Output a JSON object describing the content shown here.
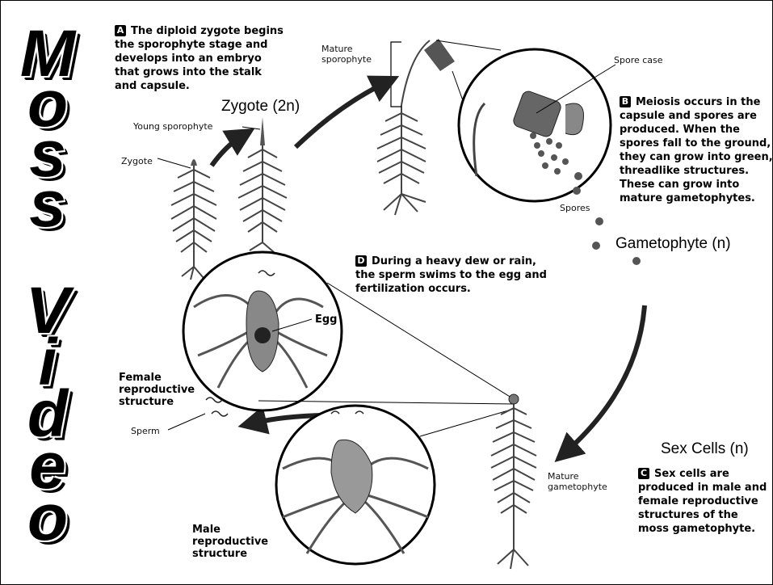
{
  "side_title": {
    "word1": [
      "M",
      "o",
      "s",
      "s"
    ],
    "word2": [
      "V",
      "i",
      "d",
      "e",
      "o"
    ]
  },
  "step_a": {
    "badge": "A",
    "text": "The diploid zygote begins the sporophyte stage and develops into an embryo that grows into the stalk and capsule."
  },
  "step_b": {
    "badge": "B",
    "text": "Meiosis occurs in the capsule and spores are produced. When the spores fall to the ground, they can grow into green, threadlike structures. These can grow into mature gametophytes."
  },
  "step_c": {
    "badge": "C",
    "text": "Sex cells are produced in male and female reproductive structures of the moss gametophyte."
  },
  "step_d": {
    "badge": "D",
    "text": "During a heavy dew or rain, the sperm swims to the egg and fertilization occurs."
  },
  "labels": {
    "mature_sporophyte": "Mature sporophyte",
    "spore_case": "Spore case",
    "young_sporophyte": "Young sporophyte",
    "zygote": "Zygote",
    "spores": "Spores",
    "egg": "Egg",
    "female_structure": "Female reproductive structure",
    "sperm": "Sperm",
    "male_structure": "Male reproductive structure",
    "mature_gametophyte": "Mature gametophyte"
  },
  "annotations": {
    "zygote_2n": "Zygote (2n)",
    "gametophyte_n": "Gametophyte (n)",
    "sex_cells_n": "Sex Cells (n)"
  },
  "colors": {
    "ink": "#000000",
    "plant": "#3a3a3a",
    "background": "#ffffff"
  }
}
